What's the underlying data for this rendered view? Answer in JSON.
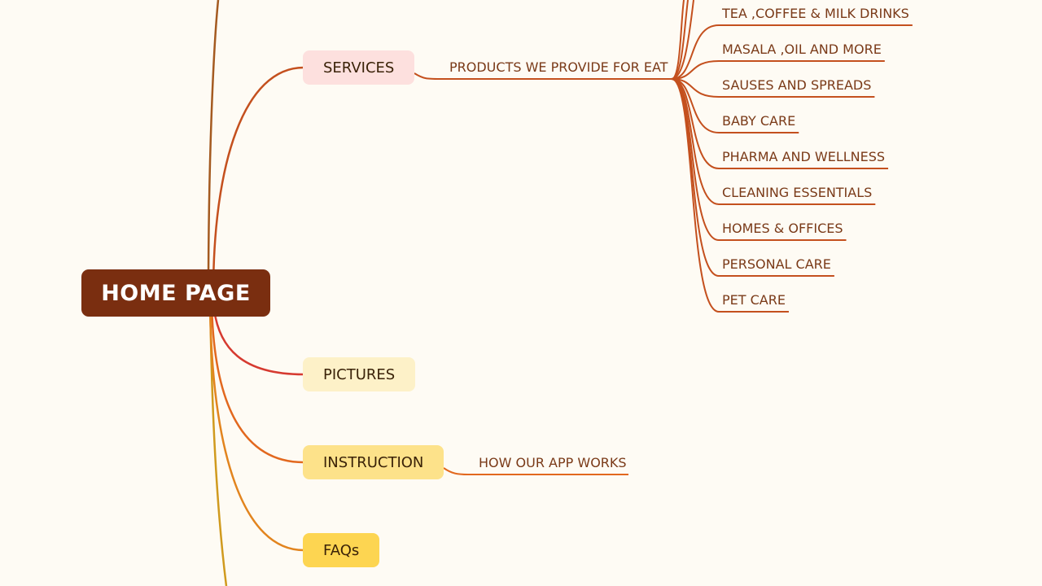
{
  "root": {
    "label": "HOME PAGE",
    "color": "#7a2e10"
  },
  "branches": {
    "services": {
      "label": "SERVICES",
      "bg": "#fde0de",
      "line": "#c4501e"
    },
    "pictures": {
      "label": "PICTURES",
      "bg": "#fdf1c8",
      "line": "#d63a30"
    },
    "instruction": {
      "label": "INSTRUCTION",
      "bg": "#fde28a",
      "line": "#e2681e"
    },
    "faqs": {
      "label": "FAQs",
      "bg": "#fdd551",
      "line": "#e2841e"
    }
  },
  "subtopics": {
    "products": "PRODUCTS WE PROVIDE FOR EAT",
    "how_app_works": "HOW OUR APP WORKS"
  },
  "product_categories": [
    "TEA ,COFFEE & MILK DRINKS",
    "MASALA ,OIL AND MORE",
    "SAUSES AND SPREADS",
    "BABY CARE",
    "PHARMA AND WELLNESS",
    "CLEANING ESSENTIALS",
    "HOMES & OFFICES",
    "PERSONAL CARE",
    "PET CARE"
  ],
  "colors": {
    "background": "#fefbf4",
    "leaf_line": "#c4501e",
    "leaf_text": "#7a3a18"
  }
}
